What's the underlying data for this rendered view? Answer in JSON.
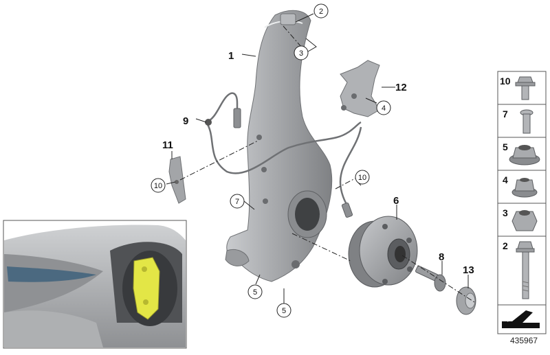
{
  "callouts": {
    "c1": "1",
    "c2": "2",
    "c3": "3",
    "c4": "4",
    "c5a": "5",
    "c5b": "5",
    "c6": "6",
    "c7": "7",
    "c8": "8",
    "c9": "9",
    "c10a": "10",
    "c10b": "10",
    "c11": "11",
    "c12": "12",
    "c13": "13"
  },
  "legend": [
    {
      "num": "10",
      "icon": "bolt-flange-icon"
    },
    {
      "num": "7",
      "icon": "bolt-torx-icon"
    },
    {
      "num": "5",
      "icon": "collar-nut-icon"
    },
    {
      "num": "4",
      "icon": "flange-nut-icon"
    },
    {
      "num": "3",
      "icon": "hex-nut-icon"
    },
    {
      "num": "2",
      "icon": "long-bolt-icon"
    }
  ],
  "diagram_id": "435967",
  "colors": {
    "part": "#a9abae",
    "part_dark": "#7d7f82",
    "caliper": "#e3e646",
    "car": "#b9bbbd"
  }
}
